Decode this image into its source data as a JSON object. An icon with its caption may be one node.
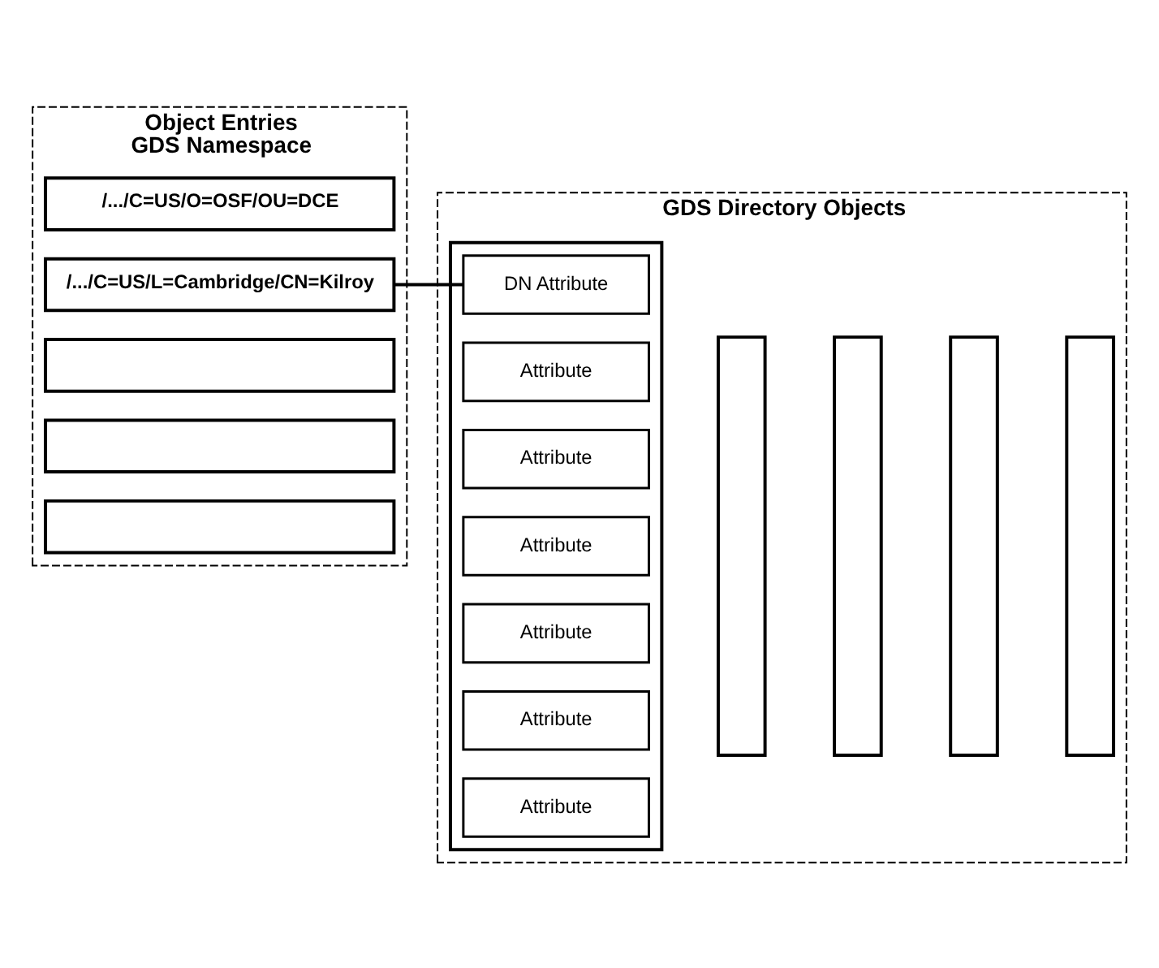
{
  "diagram": {
    "nodes": [
      {
        "text": [
          "Object Entries",
          "GDS Namespace"
        ]
      },
      {
        "text": [
          "/.../C=US/O=OSF/OU=DCE"
        ],
        "in": 0
      },
      {
        "text": [
          "/.../C=US/L=Cambridge/CN=Kilroy"
        ],
        "in": 0
      },
      {
        "text": [],
        "shape": "box",
        "in": 0
      },
      {
        "text": [],
        "shape": "box",
        "in": 0
      },
      {
        "text": [],
        "shape": "box",
        "in": 0
      },
      {
        "text": [
          "GDS Directory Objects"
        ]
      },
      {
        "text": [],
        "shape": "box",
        "in": 6
      },
      {
        "text": [
          "DN Attribute"
        ],
        "in": 7
      },
      {
        "text": [
          "Attribute"
        ],
        "in": 7
      },
      {
        "text": [
          "Attribute"
        ],
        "in": 7
      },
      {
        "text": [
          "Attribute"
        ],
        "in": 7
      },
      {
        "text": [
          "Attribute"
        ],
        "in": 7
      },
      {
        "text": [
          "Attribute"
        ],
        "in": 7
      },
      {
        "text": [
          "Attribute"
        ],
        "in": 7
      },
      {
        "text": [],
        "shape": "box",
        "in": 6
      },
      {
        "text": [],
        "shape": "box",
        "in": 6
      },
      {
        "text": [],
        "shape": "box",
        "in": 6
      },
      {
        "text": [],
        "shape": "box",
        "in": 6
      }
    ],
    "edges": [
      {
        "from": 2,
        "to": 8,
        "arrow": "none"
      }
    ]
  }
}
